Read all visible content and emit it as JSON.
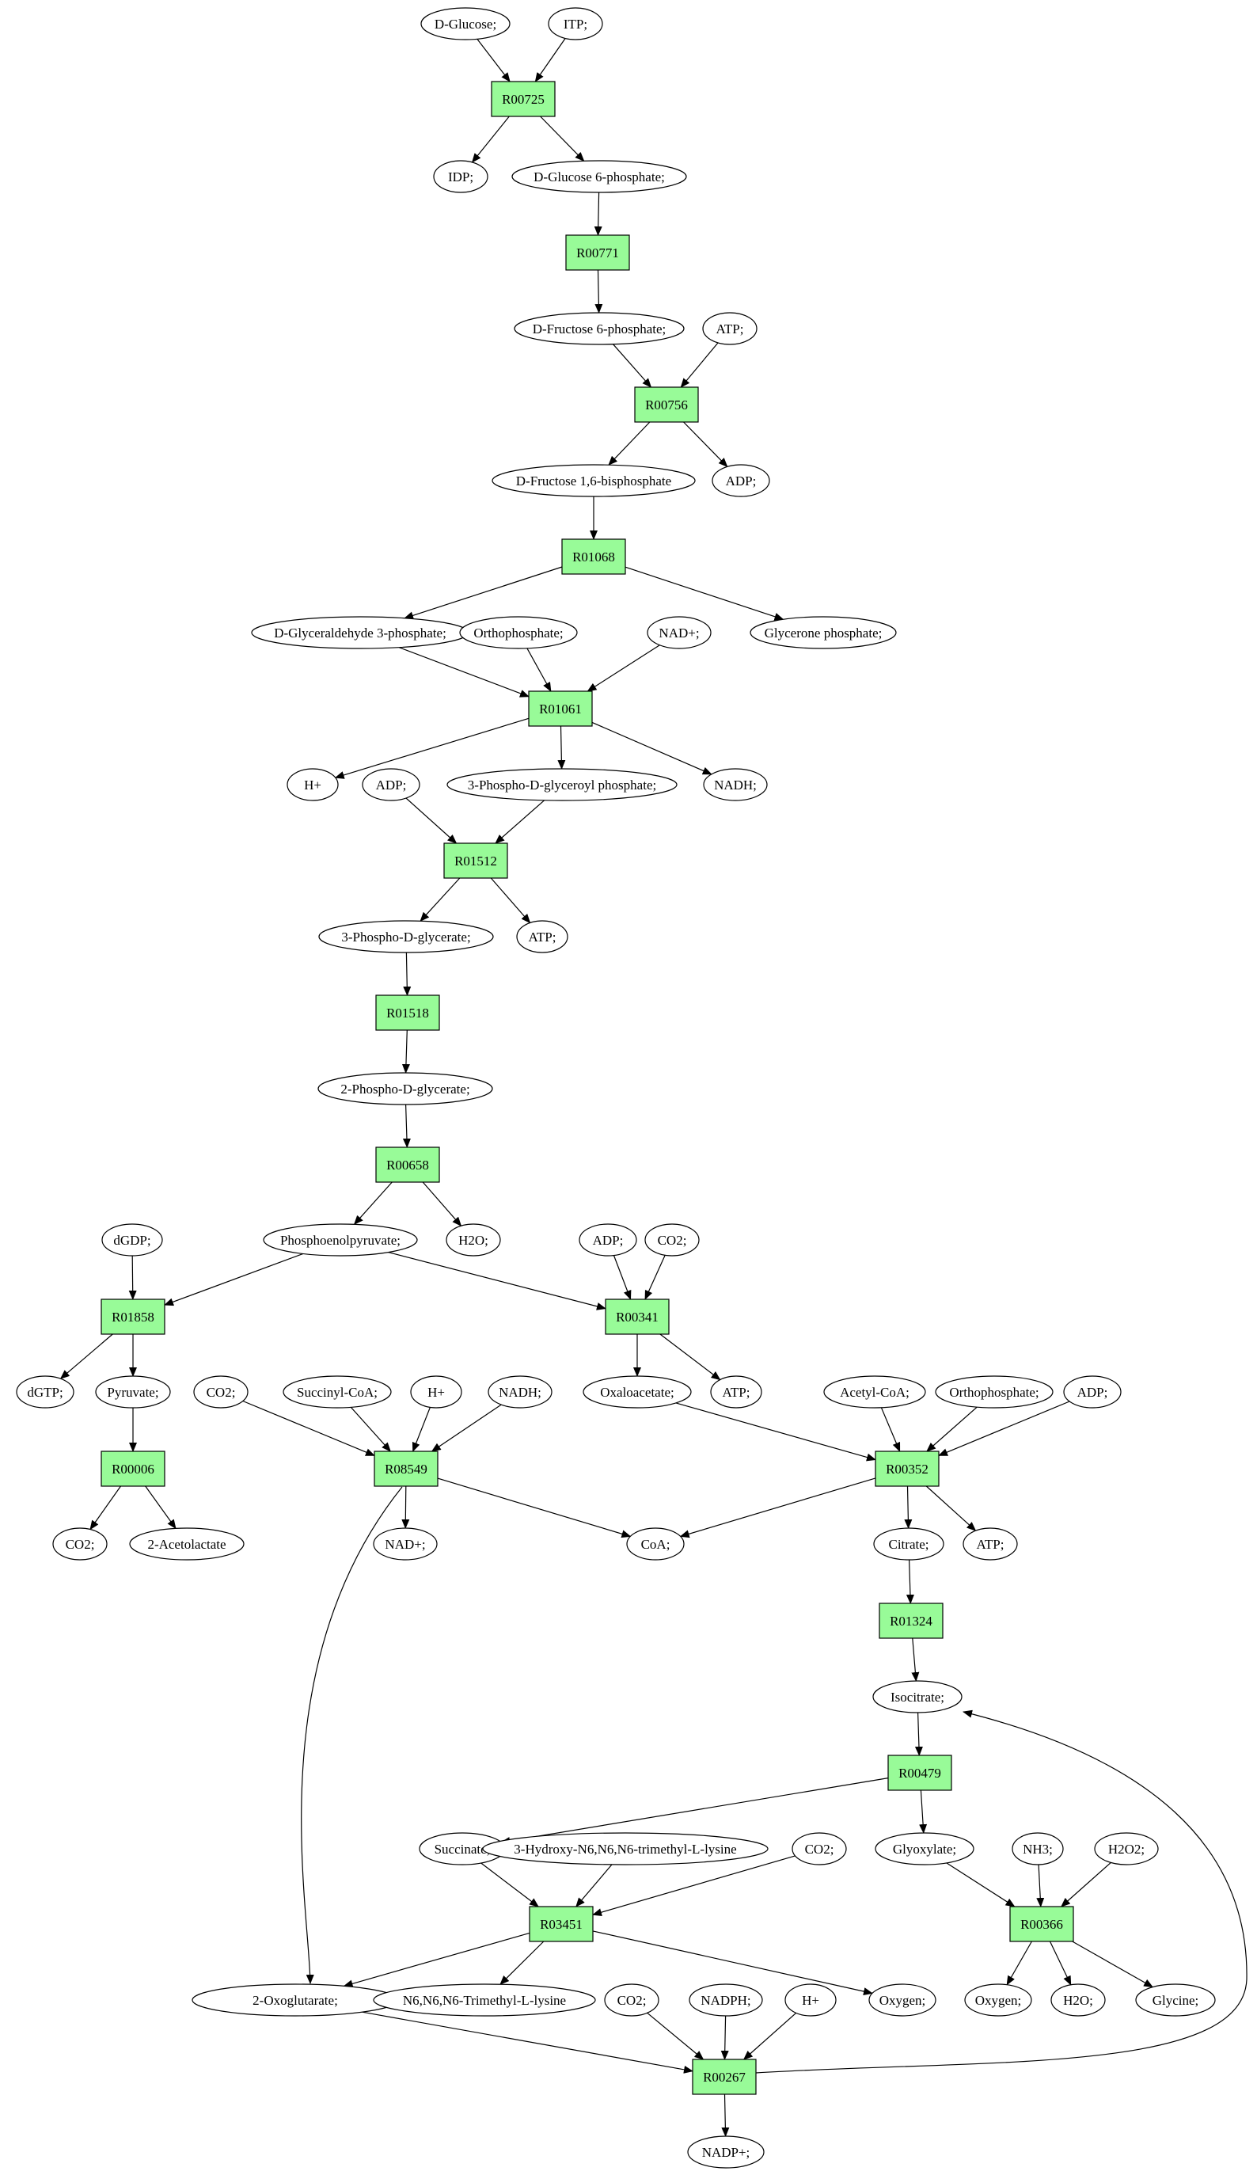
{
  "colors": {
    "reaction_fill": "#98fb98",
    "source_fill": "#00ff00",
    "target_fill": "#ffff00",
    "default_fill": "#ffffff",
    "stroke": "#000000"
  },
  "nodes": [
    {
      "id": "m_glucose",
      "kind": "metabolite",
      "label": "D-Glucose;",
      "fill": "source"
    },
    {
      "id": "m_itp",
      "kind": "metabolite",
      "label": "ITP;"
    },
    {
      "id": "r00725",
      "kind": "reaction",
      "label": "R00725"
    },
    {
      "id": "m_idp",
      "kind": "metabolite",
      "label": "IDP;"
    },
    {
      "id": "m_g6p",
      "kind": "metabolite",
      "label": "D-Glucose 6-phosphate;"
    },
    {
      "id": "r00771",
      "kind": "reaction",
      "label": "R00771"
    },
    {
      "id": "m_f6p",
      "kind": "metabolite",
      "label": "D-Fructose 6-phosphate;"
    },
    {
      "id": "m_atp1",
      "kind": "metabolite",
      "label": "ATP;"
    },
    {
      "id": "r00756",
      "kind": "reaction",
      "label": "R00756"
    },
    {
      "id": "m_fbp",
      "kind": "metabolite",
      "label": "D-Fructose 1,6-bisphosphate"
    },
    {
      "id": "m_adp1",
      "kind": "metabolite",
      "label": "ADP;"
    },
    {
      "id": "r01068",
      "kind": "reaction",
      "label": "R01068"
    },
    {
      "id": "m_gap",
      "kind": "metabolite",
      "label": "D-Glyceraldehyde 3-phosphate;"
    },
    {
      "id": "m_pi1",
      "kind": "metabolite",
      "label": "Orthophosphate;"
    },
    {
      "id": "m_nad1",
      "kind": "metabolite",
      "label": "NAD+;"
    },
    {
      "id": "m_dhap",
      "kind": "metabolite",
      "label": "Glycerone phosphate;"
    },
    {
      "id": "r01061",
      "kind": "reaction",
      "label": "R01061"
    },
    {
      "id": "m_h1",
      "kind": "metabolite",
      "label": "H+"
    },
    {
      "id": "m_adp2",
      "kind": "metabolite",
      "label": "ADP;"
    },
    {
      "id": "m_bpg",
      "kind": "metabolite",
      "label": "3-Phospho-D-glyceroyl phosphate;"
    },
    {
      "id": "m_nadh1",
      "kind": "metabolite",
      "label": "NADH;"
    },
    {
      "id": "r01512",
      "kind": "reaction",
      "label": "R01512"
    },
    {
      "id": "m_3pg",
      "kind": "metabolite",
      "label": "3-Phospho-D-glycerate;"
    },
    {
      "id": "m_atp2",
      "kind": "metabolite",
      "label": "ATP;"
    },
    {
      "id": "r01518",
      "kind": "reaction",
      "label": "R01518"
    },
    {
      "id": "m_2pg",
      "kind": "metabolite",
      "label": "2-Phospho-D-glycerate;"
    },
    {
      "id": "r00658",
      "kind": "reaction",
      "label": "R00658"
    },
    {
      "id": "m_dgdp",
      "kind": "metabolite",
      "label": "dGDP;"
    },
    {
      "id": "m_pep",
      "kind": "metabolite",
      "label": "Phosphoenolpyruvate;"
    },
    {
      "id": "m_h2o1",
      "kind": "metabolite",
      "label": "H2O;"
    },
    {
      "id": "m_adp3",
      "kind": "metabolite",
      "label": "ADP;"
    },
    {
      "id": "m_co2a",
      "kind": "metabolite",
      "label": "CO2;"
    },
    {
      "id": "r01858",
      "kind": "reaction",
      "label": "R01858"
    },
    {
      "id": "r00341",
      "kind": "reaction",
      "label": "R00341"
    },
    {
      "id": "m_dgtp",
      "kind": "metabolite",
      "label": "dGTP;"
    },
    {
      "id": "m_pyr",
      "kind": "metabolite",
      "label": "Pyruvate;"
    },
    {
      "id": "m_co2b",
      "kind": "metabolite",
      "label": "CO2;"
    },
    {
      "id": "m_succoa",
      "kind": "metabolite",
      "label": "Succinyl-CoA;"
    },
    {
      "id": "m_h2",
      "kind": "metabolite",
      "label": "H+"
    },
    {
      "id": "m_nadh2",
      "kind": "metabolite",
      "label": "NADH;"
    },
    {
      "id": "m_oaa",
      "kind": "metabolite",
      "label": "Oxaloacetate;"
    },
    {
      "id": "m_atp3",
      "kind": "metabolite",
      "label": "ATP;"
    },
    {
      "id": "m_acoa",
      "kind": "metabolite",
      "label": "Acetyl-CoA;"
    },
    {
      "id": "m_pi2",
      "kind": "metabolite",
      "label": "Orthophosphate;"
    },
    {
      "id": "m_adp4",
      "kind": "metabolite",
      "label": "ADP;"
    },
    {
      "id": "r00006",
      "kind": "reaction",
      "label": "R00006"
    },
    {
      "id": "r08549",
      "kind": "reaction",
      "label": "R08549"
    },
    {
      "id": "r00352",
      "kind": "reaction",
      "label": "R00352"
    },
    {
      "id": "m_co2c",
      "kind": "metabolite",
      "label": "CO2;"
    },
    {
      "id": "m_acl",
      "kind": "metabolite",
      "label": "2-Acetolactate"
    },
    {
      "id": "m_nad2",
      "kind": "metabolite",
      "label": "NAD+;"
    },
    {
      "id": "m_coa",
      "kind": "metabolite",
      "label": "CoA;"
    },
    {
      "id": "m_cit",
      "kind": "metabolite",
      "label": "Citrate;"
    },
    {
      "id": "m_atp4",
      "kind": "metabolite",
      "label": "ATP;"
    },
    {
      "id": "r01324",
      "kind": "reaction",
      "label": "R01324"
    },
    {
      "id": "m_icit",
      "kind": "metabolite",
      "label": "Isocitrate;"
    },
    {
      "id": "r00479",
      "kind": "reaction",
      "label": "R00479"
    },
    {
      "id": "m_succ",
      "kind": "metabolite",
      "label": "Succinate;"
    },
    {
      "id": "m_hydroxy",
      "kind": "metabolite",
      "label": "3-Hydroxy-N6,N6,N6-trimethyl-L-lysine"
    },
    {
      "id": "m_co2d",
      "kind": "metabolite",
      "label": "CO2;"
    },
    {
      "id": "m_glyox",
      "kind": "metabolite",
      "label": "Glyoxylate;"
    },
    {
      "id": "m_nh3",
      "kind": "metabolite",
      "label": "NH3;"
    },
    {
      "id": "m_h2o2",
      "kind": "metabolite",
      "label": "H2O2;"
    },
    {
      "id": "r03451",
      "kind": "reaction",
      "label": "R03451"
    },
    {
      "id": "r00366",
      "kind": "reaction",
      "label": "R00366"
    },
    {
      "id": "m_2og",
      "kind": "metabolite",
      "label": "2-Oxoglutarate;"
    },
    {
      "id": "m_tml",
      "kind": "metabolite",
      "label": "N6,N6,N6-Trimethyl-L-lysine"
    },
    {
      "id": "m_co2e",
      "kind": "metabolite",
      "label": "CO2;"
    },
    {
      "id": "m_nadph",
      "kind": "metabolite",
      "label": "NADPH;"
    },
    {
      "id": "m_h3",
      "kind": "metabolite",
      "label": "H+"
    },
    {
      "id": "m_o2a",
      "kind": "metabolite",
      "label": "Oxygen;"
    },
    {
      "id": "m_o2b",
      "kind": "metabolite",
      "label": "Oxygen;"
    },
    {
      "id": "m_h2o2b",
      "kind": "metabolite",
      "label": "H2O;"
    },
    {
      "id": "m_gly",
      "kind": "metabolite",
      "label": "Glycine;",
      "fill": "target"
    },
    {
      "id": "r00267",
      "kind": "reaction",
      "label": "R00267"
    },
    {
      "id": "m_nadp",
      "kind": "metabolite",
      "label": "NADP+;"
    }
  ],
  "edges": [
    [
      "m_glucose",
      "r00725"
    ],
    [
      "m_itp",
      "r00725"
    ],
    [
      "r00725",
      "m_idp"
    ],
    [
      "r00725",
      "m_g6p"
    ],
    [
      "m_g6p",
      "r00771"
    ],
    [
      "r00771",
      "m_f6p"
    ],
    [
      "m_f6p",
      "r00756"
    ],
    [
      "m_atp1",
      "r00756"
    ],
    [
      "r00756",
      "m_fbp"
    ],
    [
      "r00756",
      "m_adp1"
    ],
    [
      "m_fbp",
      "r01068"
    ],
    [
      "r01068",
      "m_gap"
    ],
    [
      "r01068",
      "m_dhap"
    ],
    [
      "m_gap",
      "r01061"
    ],
    [
      "m_pi1",
      "r01061"
    ],
    [
      "m_nad1",
      "r01061"
    ],
    [
      "r01061",
      "m_h1"
    ],
    [
      "r01061",
      "m_bpg"
    ],
    [
      "r01061",
      "m_nadh1"
    ],
    [
      "m_adp2",
      "r01512"
    ],
    [
      "m_bpg",
      "r01512"
    ],
    [
      "r01512",
      "m_3pg"
    ],
    [
      "r01512",
      "m_atp2"
    ],
    [
      "m_3pg",
      "r01518"
    ],
    [
      "r01518",
      "m_2pg"
    ],
    [
      "m_2pg",
      "r00658"
    ],
    [
      "r00658",
      "m_pep"
    ],
    [
      "r00658",
      "m_h2o1"
    ],
    [
      "m_dgdp",
      "r01858"
    ],
    [
      "m_pep",
      "r01858"
    ],
    [
      "r01858",
      "m_dgtp"
    ],
    [
      "r01858",
      "m_pyr"
    ],
    [
      "m_pep",
      "r00341"
    ],
    [
      "m_adp3",
      "r00341"
    ],
    [
      "m_co2a",
      "r00341"
    ],
    [
      "r00341",
      "m_oaa"
    ],
    [
      "r00341",
      "m_atp3"
    ],
    [
      "m_pyr",
      "r00006"
    ],
    [
      "r00006",
      "m_co2c"
    ],
    [
      "r00006",
      "m_acl"
    ],
    [
      "m_co2b",
      "r08549"
    ],
    [
      "m_succoa",
      "r08549"
    ],
    [
      "m_h2",
      "r08549"
    ],
    [
      "m_nadh2",
      "r08549"
    ],
    [
      "r08549",
      "m_nad2"
    ],
    [
      "r08549",
      "m_coa"
    ],
    [
      "r08549",
      "m_2og"
    ],
    [
      "m_oaa",
      "r00352"
    ],
    [
      "m_acoa",
      "r00352"
    ],
    [
      "m_pi2",
      "r00352"
    ],
    [
      "m_adp4",
      "r00352"
    ],
    [
      "r00352",
      "m_coa"
    ],
    [
      "r00352",
      "m_cit"
    ],
    [
      "r00352",
      "m_atp4"
    ],
    [
      "m_cit",
      "r01324"
    ],
    [
      "r01324",
      "m_icit"
    ],
    [
      "m_icit",
      "r00479"
    ],
    [
      "r00479",
      "m_succ"
    ],
    [
      "r00479",
      "m_glyox"
    ],
    [
      "m_succ",
      "r03451"
    ],
    [
      "m_hydroxy",
      "r03451"
    ],
    [
      "m_co2d",
      "r03451"
    ],
    [
      "r03451",
      "m_2og"
    ],
    [
      "r03451",
      "m_tml"
    ],
    [
      "r03451",
      "m_o2a"
    ],
    [
      "m_glyox",
      "r00366"
    ],
    [
      "m_nh3",
      "r00366"
    ],
    [
      "m_h2o2",
      "r00366"
    ],
    [
      "r00366",
      "m_o2b"
    ],
    [
      "r00366",
      "m_h2o2b"
    ],
    [
      "r00366",
      "m_gly"
    ],
    [
      "m_2og",
      "r00267"
    ],
    [
      "m_co2e",
      "r00267"
    ],
    [
      "m_nadph",
      "r00267"
    ],
    [
      "m_h3",
      "r00267"
    ],
    [
      "r00267",
      "m_nadp"
    ],
    [
      "r00267",
      "m_icit"
    ]
  ]
}
